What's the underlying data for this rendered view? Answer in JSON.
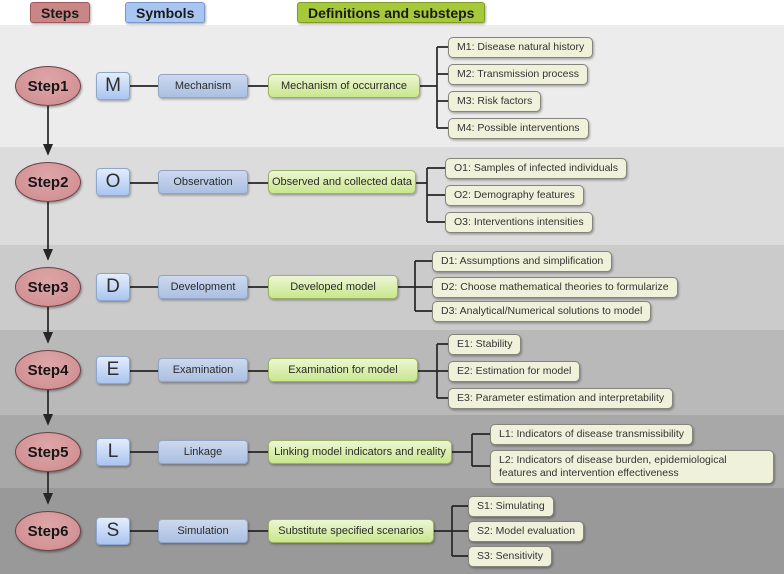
{
  "legend": {
    "steps": "Steps",
    "symbols": "Symbols",
    "definitions": "Definitions and substeps"
  },
  "rows": [
    {
      "step": "Step1",
      "symbol": "M",
      "symbol_name": "Mechanism",
      "definition": "Mechanism of occurrance",
      "substeps": [
        "M1: Disease natural history",
        "M2: Transmission process",
        "M3: Risk factors",
        "M4: Possible interventions"
      ]
    },
    {
      "step": "Step2",
      "symbol": "O",
      "symbol_name": "Observation",
      "definition": "Observed and collected data",
      "substeps": [
        "O1: Samples of infected individuals",
        "O2: Demography features",
        "O3: Interventions intensities"
      ]
    },
    {
      "step": "Step3",
      "symbol": "D",
      "symbol_name": "Development",
      "definition": "Developed model",
      "substeps": [
        "D1: Assumptions and simplification",
        "D2: Choose mathematical theories to formularize",
        "D3: Analytical/Numerical solutions to model"
      ]
    },
    {
      "step": "Step4",
      "symbol": "E",
      "symbol_name": "Examination",
      "definition": "Examination for model",
      "substeps": [
        "E1: Stability",
        "E2: Estimation for model",
        "E3: Parameter estimation and interpretability"
      ]
    },
    {
      "step": "Step5",
      "symbol": "L",
      "symbol_name": "Linkage",
      "definition": "Linking model indicators and reality",
      "substeps": [
        "L1: Indicators of disease transmissibility",
        "L2: Indicators of disease burden, epidemiological features and intervention effectiveness"
      ]
    },
    {
      "step": "Step6",
      "symbol": "S",
      "symbol_name": "Simulation",
      "definition": "Substitute specified scenarios",
      "substeps": [
        "S1: Simulating",
        "S2: Model evaluation",
        "S3: Sensitivity"
      ]
    }
  ],
  "colors": {
    "steps_badge": "#c98686",
    "symbols_badge": "#a9c6f3",
    "definitions_badge": "#a6c93b",
    "step_ellipse": "#d69799",
    "symbol_letter_box": "#aac5f1",
    "symbol_name_box": "#b6c9e6",
    "definition_box": "#cfe898",
    "substep_box": "#eff1da",
    "connector": "#262626",
    "row_bands": [
      "#ececec",
      "#dcdcdc",
      "#cbcbcb",
      "#b9b9b9",
      "#a8a8a8",
      "#999999"
    ]
  }
}
